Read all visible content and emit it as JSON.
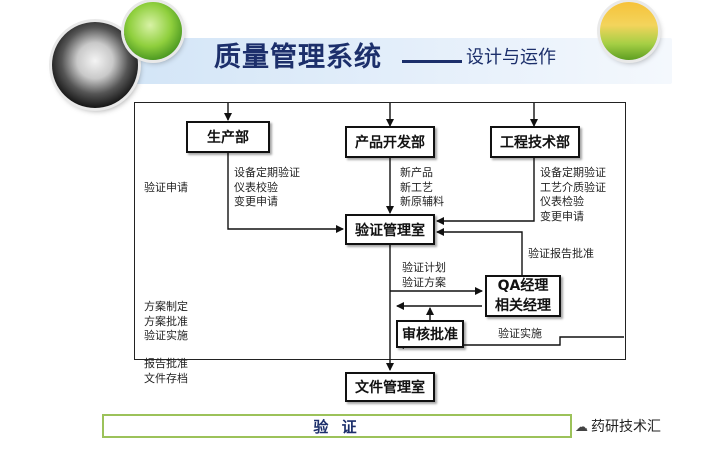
{
  "header": {
    "title": "质量管理系统",
    "subtitle": "设计与运作"
  },
  "diagram": {
    "nodes": {
      "production": "生产部",
      "product_dev": "产品开发部",
      "engineering": "工程技术部",
      "validation_office": "验证管理室",
      "qa_line1": "QA经理",
      "qa_line2": "相关经理",
      "review": "审核批准",
      "document_office": "文件管理室"
    },
    "notes": {
      "production": [
        "设备定期验证",
        "仪表校验",
        "变更申请"
      ],
      "product_dev": [
        "新产品",
        "新工艺",
        "新原辅料"
      ],
      "engineering": [
        "设备定期验证",
        "工艺介质验证",
        "仪表检验",
        "变更申请"
      ],
      "report_approval_right": "验证报告批准",
      "plan": [
        "验证计划",
        "验证方案"
      ],
      "implementation_right": "验证实施",
      "apply_left": "验证申请",
      "scheme_left": [
        "方案制定",
        "方案批准",
        "验证实施"
      ],
      "archive_left": [
        "报告批准",
        "文件存档"
      ]
    }
  },
  "footer": {
    "label": "验 证"
  },
  "watermark": {
    "text": "药研技术汇"
  }
}
